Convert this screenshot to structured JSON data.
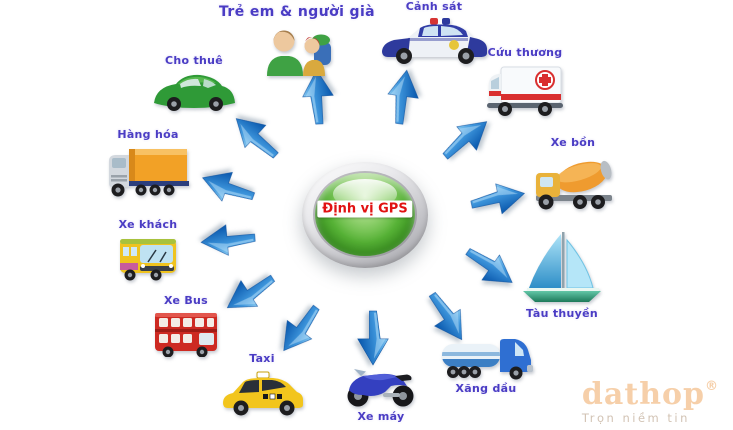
{
  "diagram": {
    "center_label": "Định vị GPS",
    "items": [
      {
        "id": "tre-em-nguoi-gia",
        "label": "Trẻ em & người già",
        "icon": "children-elderly-icon"
      },
      {
        "id": "canh-sat",
        "label": "Cảnh sát",
        "icon": "police-car-icon"
      },
      {
        "id": "cuu-thuong",
        "label": "Cứu thương",
        "icon": "ambulance-icon"
      },
      {
        "id": "xe-bon",
        "label": "Xe bồn",
        "icon": "mixer-truck-icon"
      },
      {
        "id": "tau-thuyen",
        "label": "Tàu thuyền",
        "icon": "sailboat-icon"
      },
      {
        "id": "xang-dau",
        "label": "Xăng dầu",
        "icon": "fuel-truck-icon"
      },
      {
        "id": "xe-may",
        "label": "Xe máy",
        "icon": "motorbike-icon"
      },
      {
        "id": "taxi",
        "label": "Taxi",
        "icon": "taxi-icon"
      },
      {
        "id": "xe-bus",
        "label": "Xe Bus",
        "icon": "double-decker-bus-icon"
      },
      {
        "id": "xe-khach",
        "label": "Xe khách",
        "icon": "passenger-bus-icon"
      },
      {
        "id": "hang-hoa",
        "label": "Hàng hóa",
        "icon": "cargo-truck-icon"
      },
      {
        "id": "cho-thue",
        "label": "Cho thuê",
        "icon": "rental-car-icon"
      }
    ],
    "watermark": {
      "brand": "dathop",
      "registered": "®",
      "tagline": "Trọn niềm tin"
    }
  },
  "colors": {
    "arrow_blue_light": "#a6ddf8",
    "arrow_blue_dark": "#0d5cb0",
    "label_purple": "#4a3cc4",
    "gps_text_red": "#e11212",
    "button_green": "#58b437",
    "watermark_peach": "#f6cfa9"
  }
}
